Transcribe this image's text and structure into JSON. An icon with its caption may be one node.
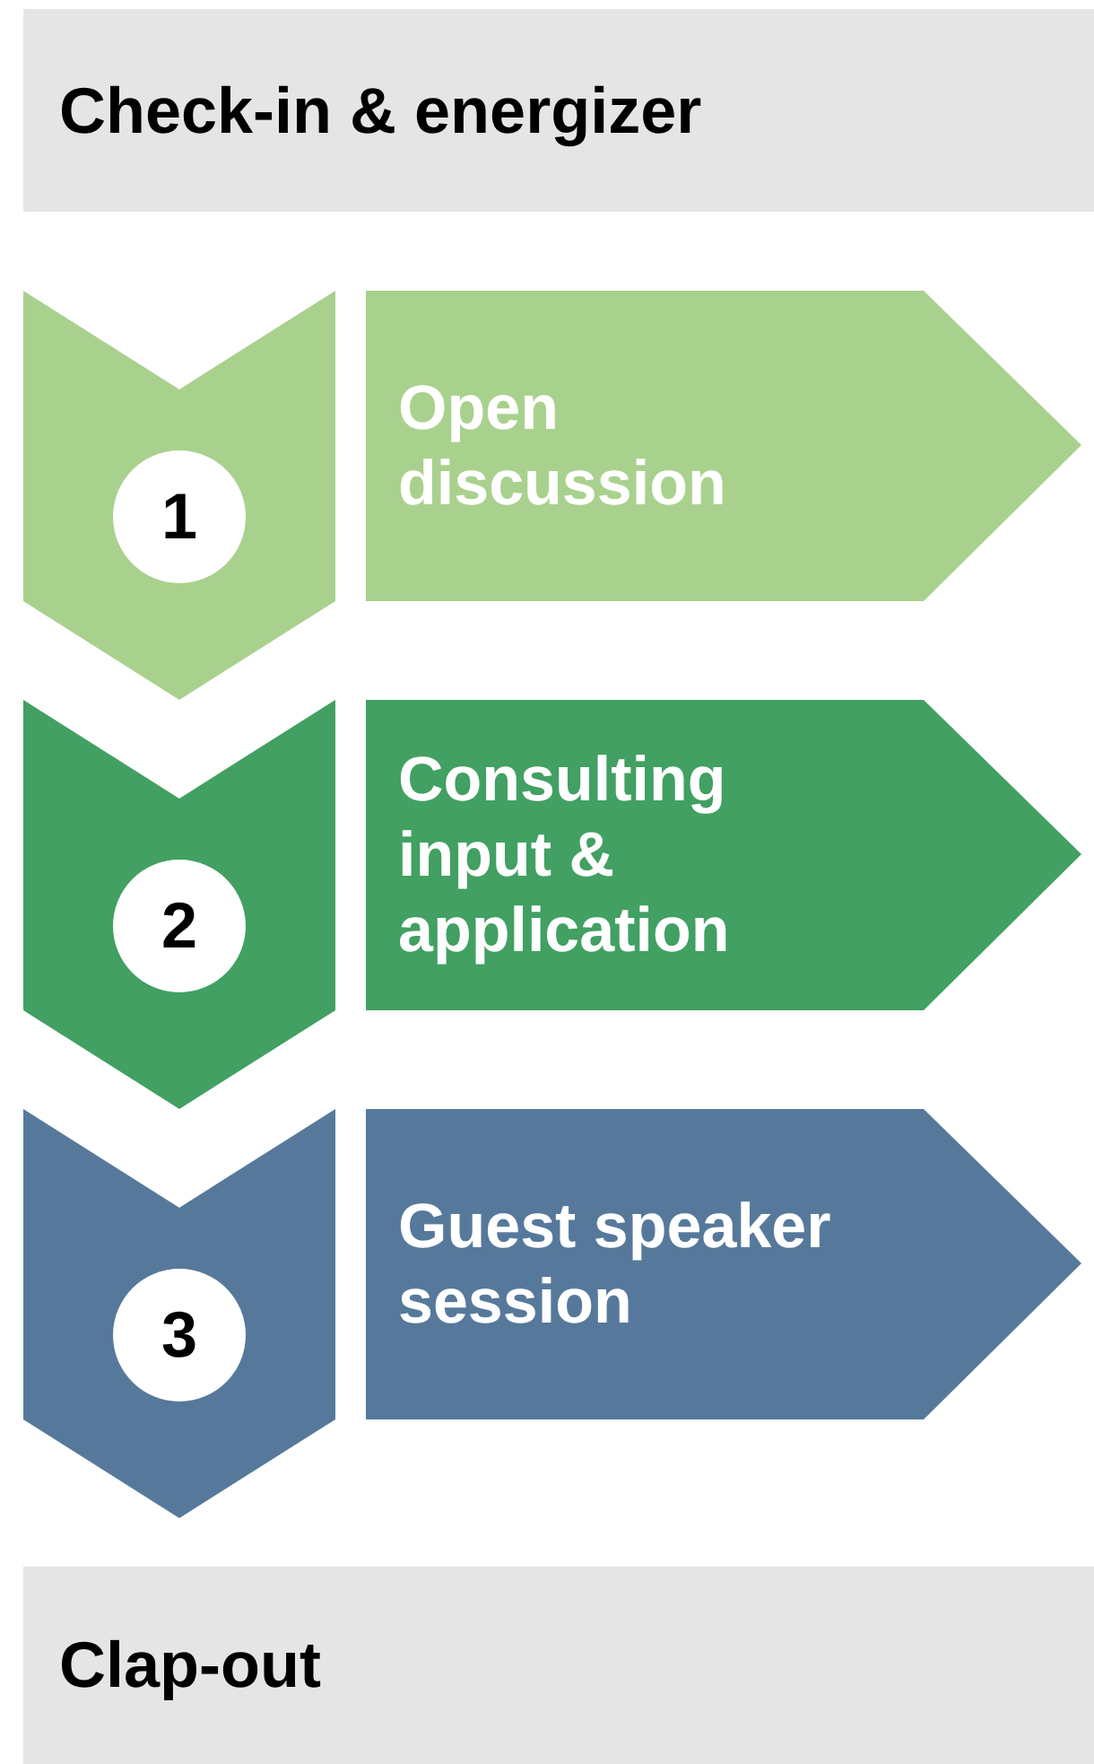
{
  "diagram": {
    "nodes": [
      {
        "text": [
          "Check-in & energizer"
        ]
      },
      {
        "text": [],
        "shape": "chevron"
      },
      {
        "text": [
          "1"
        ],
        "in": 1
      },
      {
        "text": [
          "Open discussion"
        ]
      },
      {
        "text": [],
        "shape": "chevron"
      },
      {
        "text": [
          "2"
        ],
        "in": 4
      },
      {
        "text": [
          "Consulting input & application"
        ]
      },
      {
        "text": [],
        "shape": "chevron"
      },
      {
        "text": [
          "3"
        ],
        "in": 7
      },
      {
        "text": [
          "Guest speaker session"
        ]
      },
      {
        "text": [
          "Clap-out"
        ]
      }
    ]
  }
}
